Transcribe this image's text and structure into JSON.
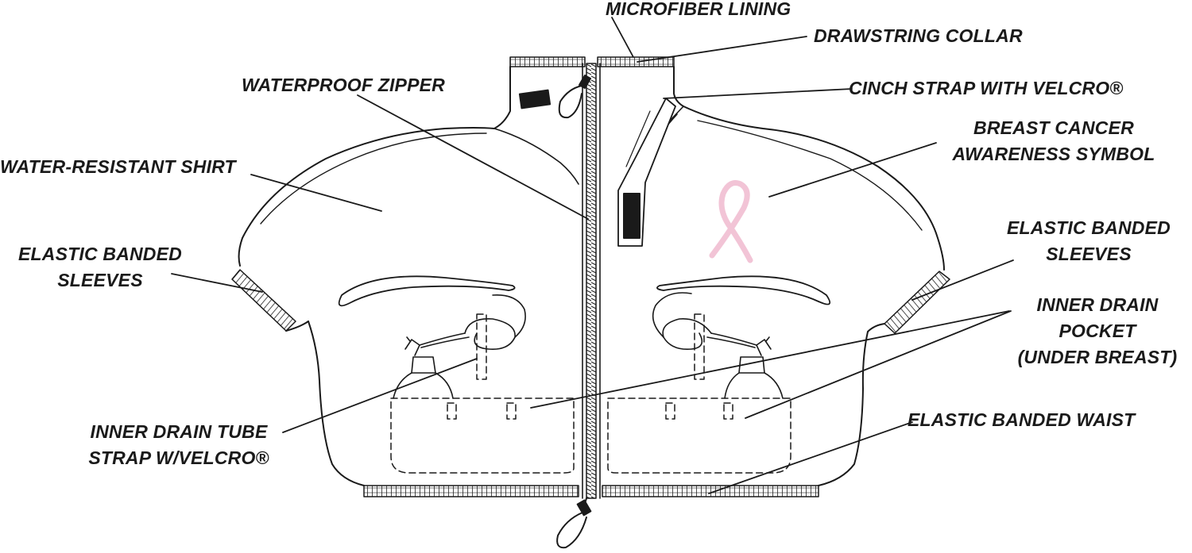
{
  "labels": {
    "microfiber_lining": "MICROFIBER LINING",
    "drawstring_collar": "DRAWSTRING COLLAR",
    "waterproof_zipper": "WATERPROOF ZIPPER",
    "cinch_strap": "CINCH STRAP WITH VELCRO®",
    "water_resistant_shirt": "WATER-RESISTANT SHIRT",
    "breast_cancer_line1": "BREAST CANCER",
    "breast_cancer_line2": "AWARENESS SYMBOL",
    "sleeves_left_line1": "ELASTIC BANDED",
    "sleeves_left_line2": "SLEEVES",
    "sleeves_right_line1": "ELASTIC BANDED",
    "sleeves_right_line2": "SLEEVES",
    "drain_pocket_line1": "INNER DRAIN",
    "drain_pocket_line2": "POCKET",
    "drain_pocket_line3": "(UNDER BREAST)",
    "drain_tube_line1": "INNER DRAIN TUBE",
    "drain_tube_line2": "STRAP W/VELCRO®",
    "elastic_waist": "ELASTIC BANDED WAIST"
  },
  "colors": {
    "line": "#1a1a1a",
    "ribbon": "#f2c4d6",
    "velcro": "#1a1a1a"
  },
  "icons": [
    "breast-cancer-ribbon-icon"
  ]
}
